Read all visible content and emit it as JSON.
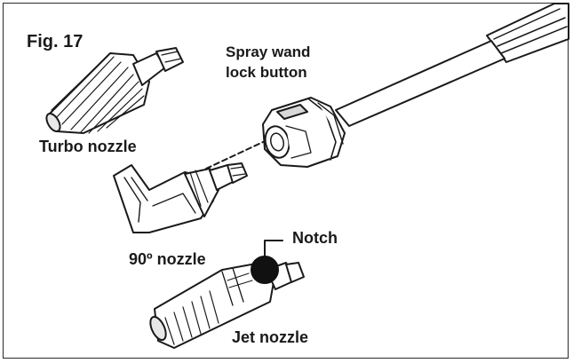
{
  "figure": {
    "label": "Fig. 17"
  },
  "labels": {
    "spray_wand_line1": "Spray wand",
    "spray_wand_line2": "lock button",
    "turbo": "Turbo nozzle",
    "ninety": "90º nozzle",
    "notch": "Notch",
    "jet": "Jet nozzle"
  },
  "colors": {
    "ink": "#1a1a1a",
    "fill": "#ffffff",
    "gray": "#e8e8e8",
    "notch_dot": "#111111"
  },
  "parts": [
    {
      "name": "spray-wand",
      "icon": "spray-wand-icon"
    },
    {
      "name": "turbo-nozzle",
      "icon": "turbo-nozzle-icon"
    },
    {
      "name": "90-degree-nozzle",
      "icon": "angle-nozzle-icon"
    },
    {
      "name": "jet-nozzle",
      "icon": "jet-nozzle-icon"
    }
  ]
}
